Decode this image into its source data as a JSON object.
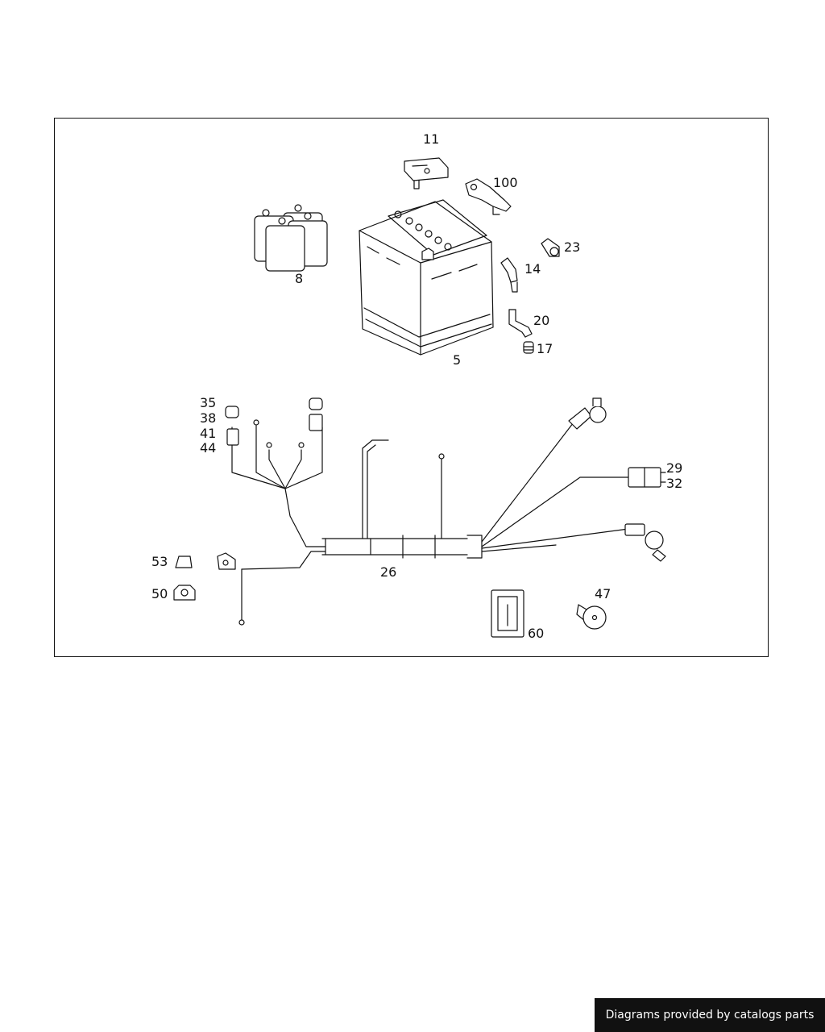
{
  "diagram": {
    "callouts": {
      "c11": "11",
      "c100": "100",
      "c8": "8",
      "c23": "23",
      "c14": "14",
      "c20": "20",
      "c17": "17",
      "c5": "5",
      "c35": "35",
      "c38": "38",
      "c41": "41",
      "c44": "44",
      "c29": "29",
      "c32": "32",
      "c26": "26",
      "c53": "53",
      "c50": "50",
      "c47": "47",
      "c60": "60"
    }
  },
  "footer": {
    "credit": "Diagrams provided by catalogs parts"
  }
}
